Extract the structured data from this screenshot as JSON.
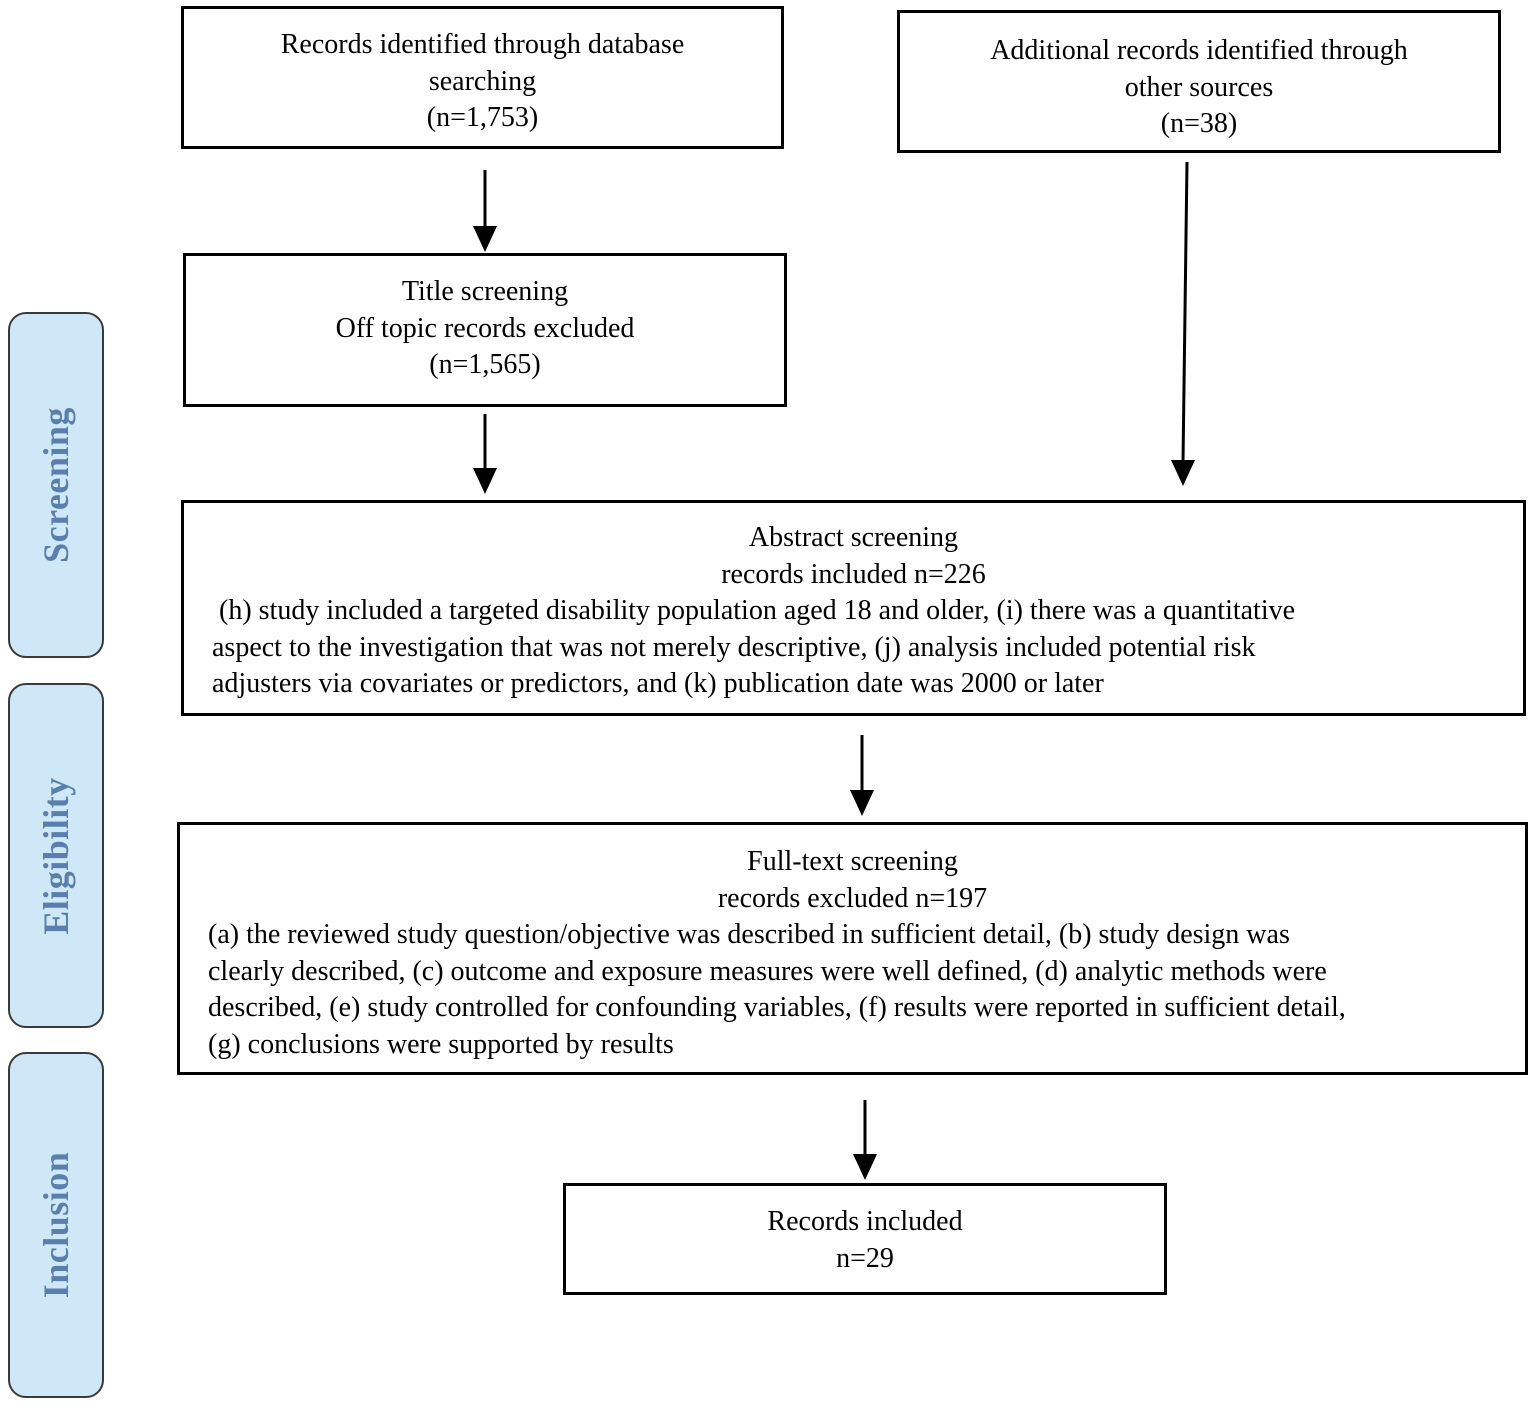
{
  "stages": {
    "screening": "Screening",
    "eligibility": "Eligibility",
    "inclusion": "Inclusion"
  },
  "boxes": {
    "database": {
      "lines": [
        "Records identified through database",
        "searching",
        "(n=1,753)"
      ]
    },
    "other_sources": {
      "lines": [
        "Additional records identified through",
        "other sources",
        "(n=38)"
      ]
    },
    "title_screening": {
      "lines": [
        "Title screening",
        "Off topic records excluded",
        "(n=1,565)"
      ]
    },
    "abstract_screening": {
      "heading": [
        "Abstract screening",
        "records included n=226"
      ],
      "criteria": [
        " (h) study included a targeted disability population aged 18 and older, (i) there was a quantitative",
        "aspect to the investigation that was not merely descriptive, (j) analysis included potential risk",
        "adjusters via covariates or predictors, and (k) publication date was 2000 or later"
      ]
    },
    "fulltext_screening": {
      "heading": [
        "Full-text screening",
        "records excluded n=197"
      ],
      "criteria": [
        "(a) the reviewed study question/objective was described in sufficient detail, (b) study design was",
        "clearly described, (c) outcome and exposure measures were well defined, (d) analytic methods were",
        "described, (e) study controlled for confounding variables, (f) results were reported in sufficient detail,",
        "(g) conclusions were supported by results"
      ]
    },
    "included": {
      "lines": [
        "Records included",
        "n=29"
      ]
    }
  },
  "colors": {
    "stage_fill": "#cfe8f8",
    "stage_text": "#5a7fae",
    "border": "#000000",
    "arrow": "#000000"
  }
}
